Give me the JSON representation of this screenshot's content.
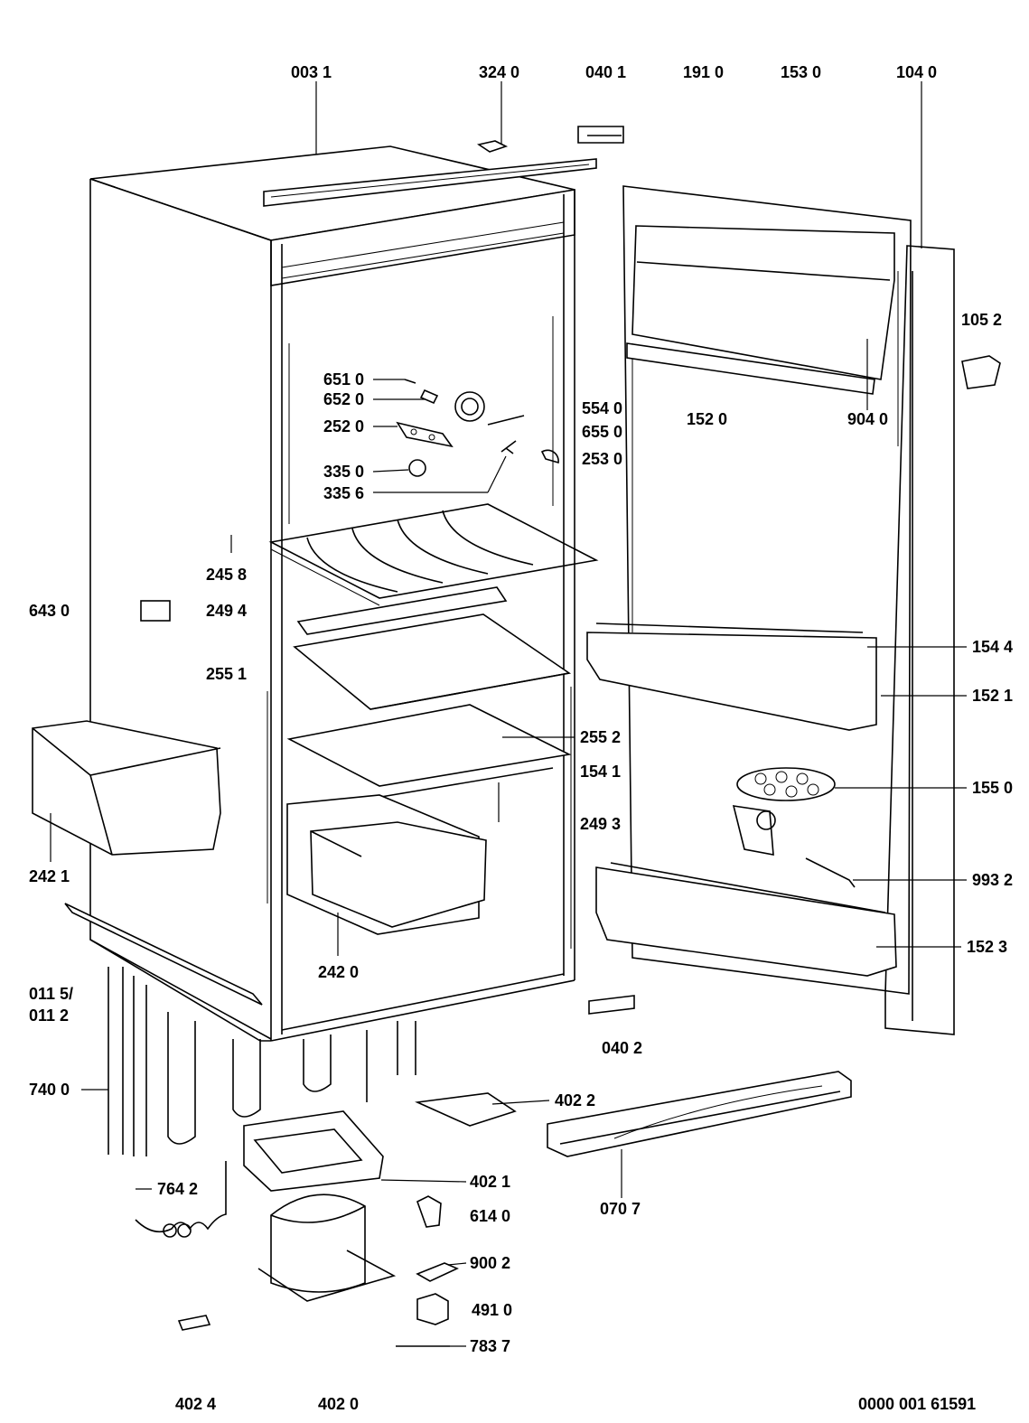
{
  "diagram": {
    "top_labels": [
      "003 1",
      "324 0",
      "040 1",
      "191 0",
      "153 0",
      "104 0"
    ],
    "labels": {
      "l1052": "105 2",
      "l6510": "651 0",
      "l6520": "652 0",
      "l2520": "252 0",
      "l3350": "335 0",
      "l3356": "335 6",
      "l5540": "554 0",
      "l6550": "655 0",
      "l2530": "253 0",
      "l1520": "152 0",
      "l9040": "904 0",
      "l2458": "245 8",
      "l6430": "643 0",
      "l2494": "249 4",
      "l2551": "255 1",
      "l1544": "154 4",
      "l1521": "152 1",
      "l2552": "255 2",
      "l1541": "154 1",
      "l1550": "155 0",
      "l2493": "249 3",
      "l2421": "242 1",
      "l9932": "993 2",
      "l1523": "152 3",
      "l2420": "242 0",
      "l0115": "011 5/",
      "l0112": "011 2",
      "l0402": "040 2",
      "l7400": "740 0",
      "l4022": "402 2",
      "l7642": "764 2",
      "l4021": "402 1",
      "l6140": "614 0",
      "l0707": "070 7",
      "l9002": "900 2",
      "l4910": "491 0",
      "l7837": "783 7",
      "l4024": "402 4",
      "l4020": "402 0",
      "doc_number": "0000 001 61591"
    }
  }
}
